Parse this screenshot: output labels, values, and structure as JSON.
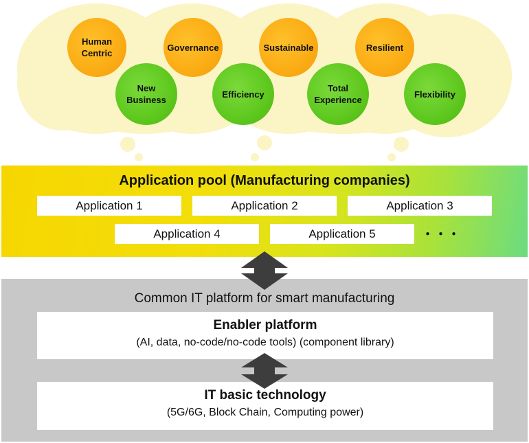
{
  "goals": {
    "orange": [
      {
        "label": "Human\nCentric",
        "color": "#fbae16"
      },
      {
        "label": "Governance",
        "color": "#fbae16"
      },
      {
        "label": "Sustainable",
        "color": "#fbae16"
      },
      {
        "label": "Resilient",
        "color": "#fbae16"
      }
    ],
    "green": [
      {
        "label": "New\nBusiness",
        "color": "#5ec81e"
      },
      {
        "label": "Efficiency",
        "color": "#5ec81e"
      },
      {
        "label": "Total\nExperience",
        "color": "#5ec81e"
      },
      {
        "label": "Flexibility",
        "color": "#5ec81e"
      }
    ]
  },
  "cloud_color": "#fbf4c4",
  "app_pool": {
    "title": "Application pool (Manufacturing companies)",
    "apps": [
      "Application 1",
      "Application 2",
      "Application 3",
      "Application 4",
      "Application 5"
    ],
    "more": "・・・"
  },
  "platform": {
    "title": "Common IT platform for smart manufacturing",
    "enabler": {
      "title": "Enabler platform",
      "subtitle": "(AI, data, no-code/no-code tools)  (component library)"
    },
    "basic": {
      "title": "IT basic technology",
      "subtitle": "(5G/6G, Block Chain, Computing power)"
    }
  },
  "arrow_color": "#3d3d3d"
}
